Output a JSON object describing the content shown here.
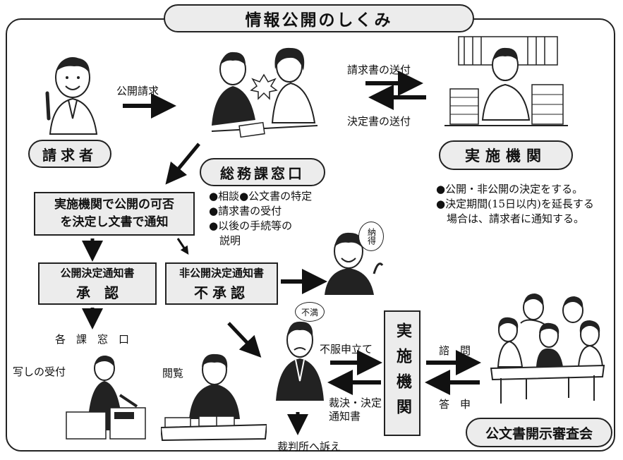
{
  "title": "情報公開のしくみ",
  "nodes": {
    "requester": "請求者",
    "general_affairs": "総務課窓口",
    "agency_top": "実施機関",
    "decision_line1": "実施機関で公開の可否",
    "decision_line2": "を決定し文書で通知",
    "approve_title": "公開決定通知書",
    "approve_main": "承　認",
    "reject_title": "非公開決定通知書",
    "reject_main": "不承認",
    "agency_vertical": "実施機関",
    "review_board": "公文書開示審査会"
  },
  "edges": {
    "disclosure_request": "公開請求",
    "send_request": "請求書の送付",
    "send_decision": "決定書の送付",
    "objection": "不服申立て",
    "ruling_line1": "裁決・決定",
    "ruling_line2": "通知書",
    "inquiry": "諮　問",
    "report": "答　申",
    "court_appeal": "裁判所へ訴え",
    "each_counter": "各　課　窓　口",
    "copy_receipt": "写しの受付",
    "viewing": "閲覧"
  },
  "notes": {
    "counter": [
      "●相談●公文書の特定",
      "●請求書の受付",
      "●以後の手続等の",
      "　説明"
    ],
    "agency": [
      "●公開・非公開の決定をする。",
      "●決定期間(15日以内)を延長する",
      "　場合は、請求者に通知する。"
    ]
  },
  "bubbles": {
    "satisfied": "納得",
    "dissatisfied": "不満"
  },
  "colors": {
    "box_fill": "#ececec",
    "line": "#222222"
  }
}
